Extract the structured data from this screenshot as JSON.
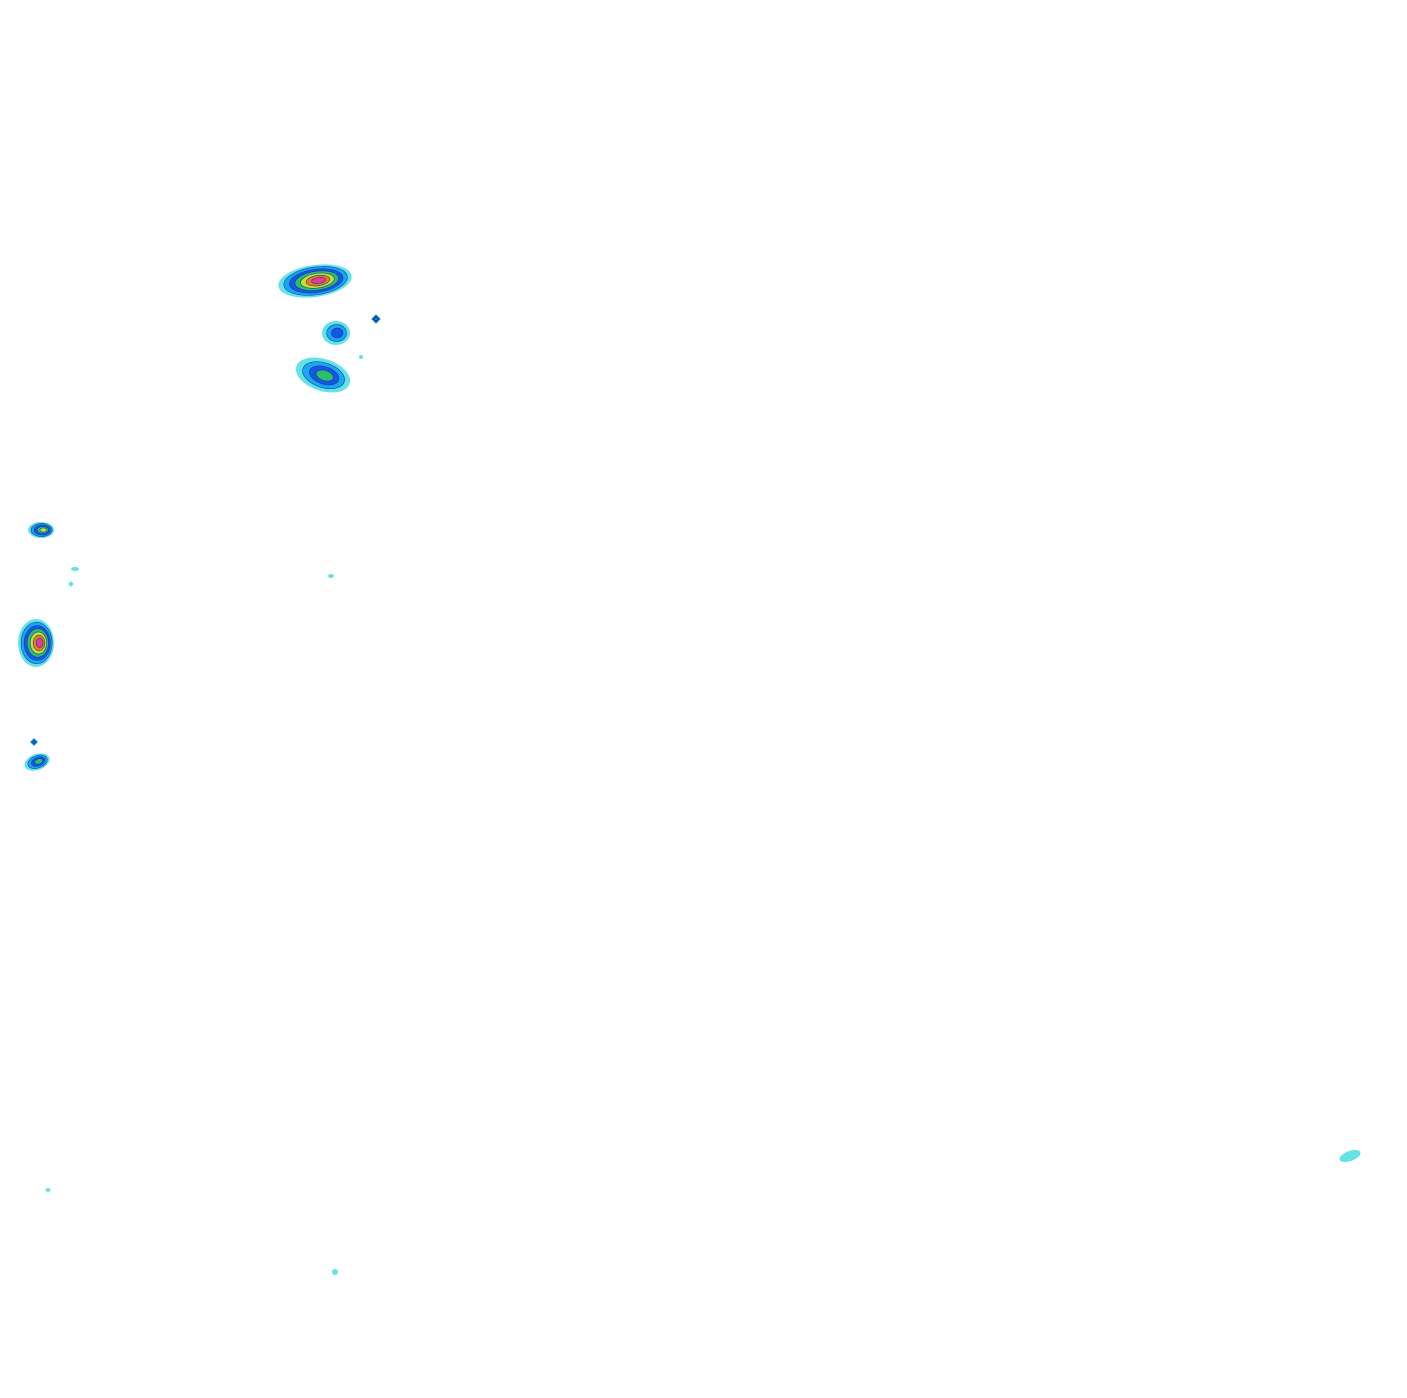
{
  "palette": {
    "background": "#ffffff",
    "level1": "#63e3e3",
    "level2": "#1aa7ef",
    "level3": "#1657e0",
    "level4": "#2bbf6a",
    "level5": "#c9e21c",
    "level6": "#f0742a",
    "level7": "#e0408a"
  },
  "blobs": [
    {
      "name": "blob-top-large",
      "peak": 7
    },
    {
      "name": "blob-small-diamond-1",
      "peak": 4
    },
    {
      "name": "blob-mid-upper",
      "peak": 3
    },
    {
      "name": "blob-tiny-dot",
      "peak": 1
    },
    {
      "name": "blob-mid-lower",
      "peak": 4
    },
    {
      "name": "blob-left-1",
      "peak": 5
    },
    {
      "name": "blob-left-speck-1",
      "peak": 1
    },
    {
      "name": "blob-left-speck-2",
      "peak": 1
    },
    {
      "name": "blob-center-speck",
      "peak": 1
    },
    {
      "name": "blob-left-large",
      "peak": 7
    },
    {
      "name": "blob-left-small-1",
      "peak": 3
    },
    {
      "name": "blob-left-small-2",
      "peak": 4
    },
    {
      "name": "blob-right-bottom",
      "peak": 1
    },
    {
      "name": "blob-bottom-left-speck",
      "peak": 1
    },
    {
      "name": "blob-bottom-mid-speck",
      "peak": 1
    }
  ]
}
